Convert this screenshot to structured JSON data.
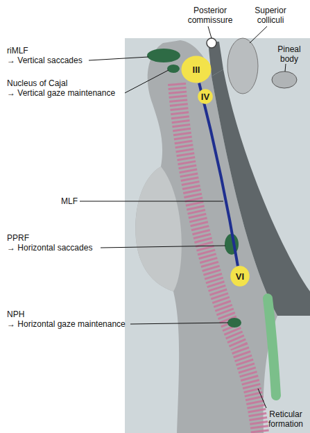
{
  "diagram": {
    "nodes": [
      {
        "text": [
          "III"
        ]
      },
      {
        "text": [
          "IV"
        ]
      },
      {
        "text": [
          "VI"
        ]
      }
    ],
    "edges": [
      {
        "from": 2,
        "to": 0,
        "arrow": "none"
      }
    ],
    "labels": [
      "riMLF",
      "→ Vertical saccades",
      "Nucleus of Cajal",
      "→ Vertical gaze maintenance",
      "MLF",
      "PPRF",
      "→ Horizontal saccades",
      "NPH",
      "→ Horizontal gaze maintenance",
      "Posterior commissure",
      "Superior colliculi",
      "Pineal body",
      "Reticular formation"
    ]
  }
}
